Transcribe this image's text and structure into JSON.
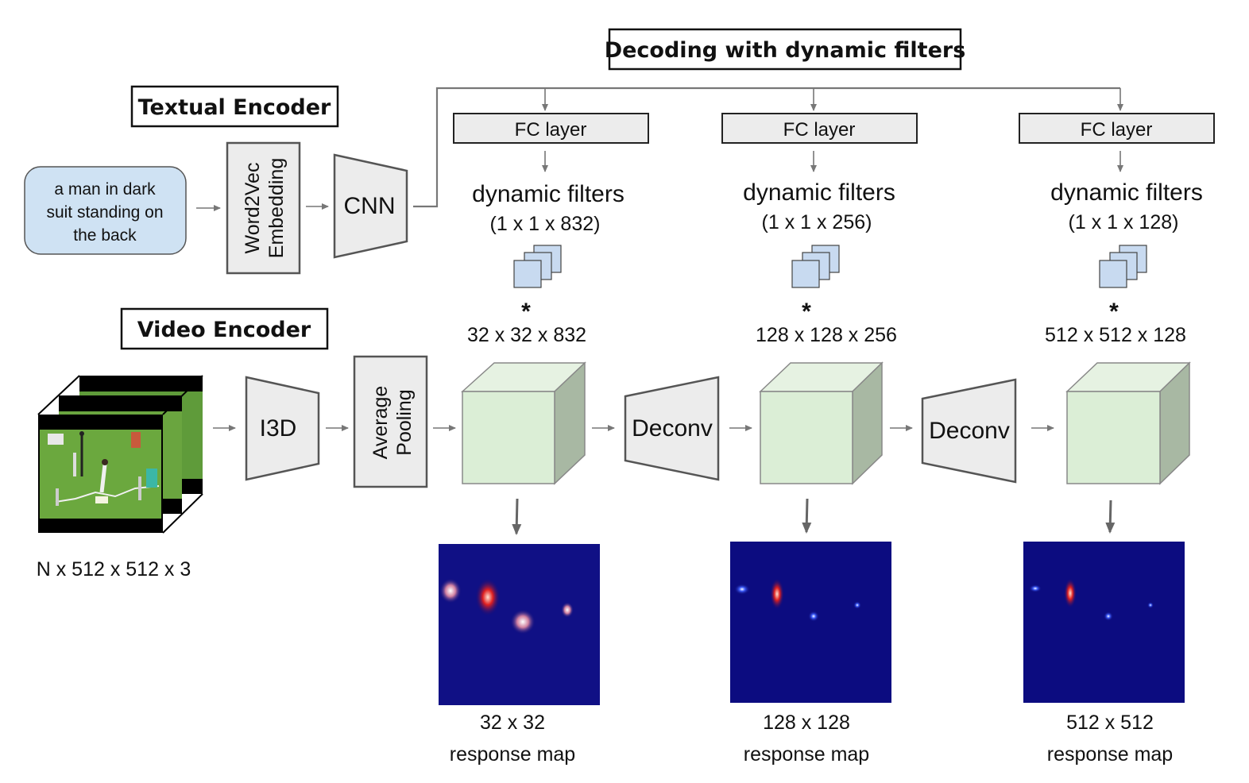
{
  "titles": {
    "decoding": "Decoding with dynamic filters",
    "textual_encoder": "Textual Encoder",
    "video_encoder": "Video Encoder"
  },
  "text_input": {
    "line1": "a man in dark",
    "line2": "suit standing on",
    "line3": "the back"
  },
  "word2vec": {
    "line1": "Word2Vec",
    "line2": "Embedding"
  },
  "cnn_label": "CNN",
  "i3d_label": "I3D",
  "pooling": {
    "line1": "Average",
    "line2": "Pooling"
  },
  "video_dims": "N x 512 x 512 x 3",
  "deconv_label": "Deconv",
  "asterisk": "*",
  "stages": [
    {
      "fc_label": "FC layer",
      "filters_label": "dynamic filters",
      "filters_dims": "(1 x 1 x 832)",
      "feature_dims": "32 x 32 x 832",
      "map_size": "32 x 32",
      "map_label": "response map"
    },
    {
      "fc_label": "FC layer",
      "filters_label": "dynamic filters",
      "filters_dims": "(1 x 1 x 256)",
      "feature_dims": "128 x 128 x 256",
      "map_size": "128 x 128",
      "map_label": "response map"
    },
    {
      "fc_label": "FC layer",
      "filters_label": "dynamic filters",
      "filters_dims": "(1 x 1 x 128)",
      "feature_dims": "512 x 512 x 128",
      "map_size": "512 x 512",
      "map_label": "response map"
    }
  ],
  "colors": {
    "text_box": "#cfe2f3",
    "feature_cube": "#dbeed6",
    "module_fill": "#ececec",
    "response_bg": "#0a0a78"
  }
}
